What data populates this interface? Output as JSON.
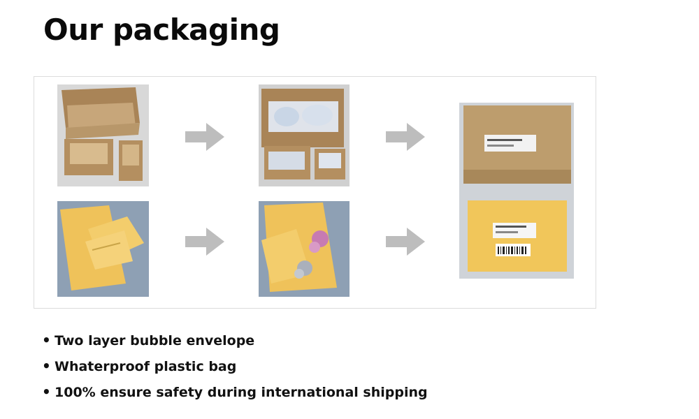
{
  "title": "Our packaging",
  "images": {
    "carton_boxes_empty": "empty carton boxes",
    "carton_boxes_filled": "carton boxes filled with wrapped items",
    "bubble_envelopes_empty": "yellow bubble envelopes",
    "bubble_envelopes_filled": "bubble envelopes with items",
    "final_packages": "sealed carton and sealed envelope with labels"
  },
  "icons": {
    "arrow": "arrow-right-icon"
  },
  "colors": {
    "cardboard": "#b8976a",
    "envelope": "#f1c65a",
    "arrow": "#bdbdbd"
  },
  "features": [
    "Two layer bubble envelope",
    "Whaterproof plastic bag",
    "100% ensure safety during international shipping"
  ]
}
